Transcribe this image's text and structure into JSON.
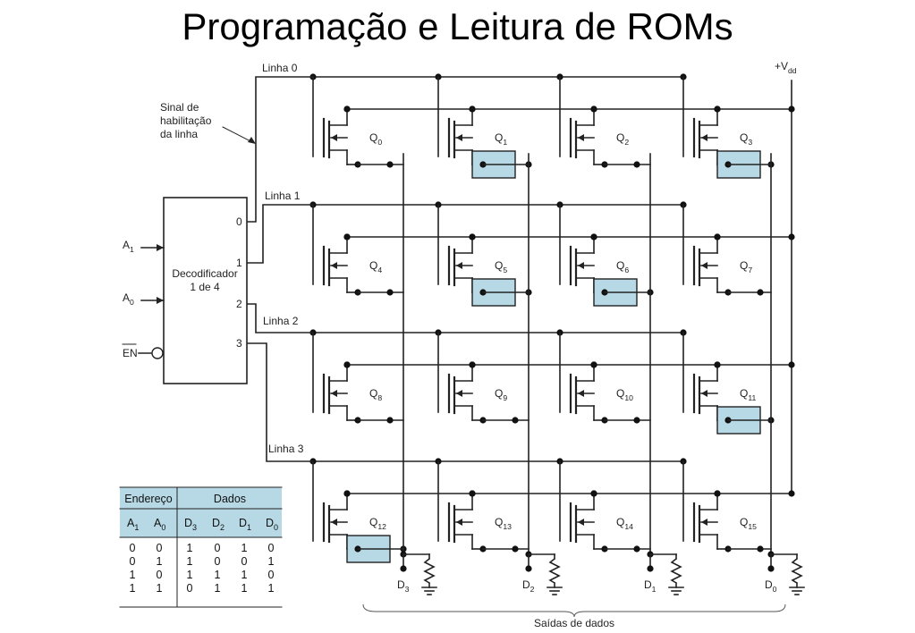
{
  "title": "Programação e Leitura de ROMs",
  "vdd": {
    "main": "+V",
    "sub": "dd"
  },
  "enable_note": [
    "Sinal de",
    "habilitação",
    "da linha"
  ],
  "decoder": {
    "lines": [
      "Decodificador",
      "1 de 4"
    ],
    "inputs": [
      {
        "main": "A",
        "sub": "1"
      },
      {
        "main": "A",
        "sub": "0"
      }
    ],
    "enable": "EN",
    "outputs": [
      "0",
      "1",
      "2",
      "3"
    ]
  },
  "rows": [
    "Linha 0",
    "Linha 1",
    "Linha 2",
    "Linha 3"
  ],
  "transistors": [
    {
      "main": "Q",
      "sub": "0"
    },
    {
      "main": "Q",
      "sub": "1"
    },
    {
      "main": "Q",
      "sub": "2"
    },
    {
      "main": "Q",
      "sub": "3"
    },
    {
      "main": "Q",
      "sub": "4"
    },
    {
      "main": "Q",
      "sub": "5"
    },
    {
      "main": "Q",
      "sub": "6"
    },
    {
      "main": "Q",
      "sub": "7"
    },
    {
      "main": "Q",
      "sub": "8"
    },
    {
      "main": "Q",
      "sub": "9"
    },
    {
      "main": "Q",
      "sub": "10"
    },
    {
      "main": "Q",
      "sub": "11"
    },
    {
      "main": "Q",
      "sub": "12"
    },
    {
      "main": "Q",
      "sub": "13"
    },
    {
      "main": "Q",
      "sub": "14"
    },
    {
      "main": "Q",
      "sub": "15"
    }
  ],
  "programmed_links": [
    [
      false,
      true,
      false,
      true
    ],
    [
      false,
      true,
      true,
      false
    ],
    [
      false,
      false,
      false,
      true
    ],
    [
      true,
      false,
      false,
      false
    ]
  ],
  "outputs": [
    {
      "main": "D",
      "sub": "3"
    },
    {
      "main": "D",
      "sub": "2"
    },
    {
      "main": "D",
      "sub": "1"
    },
    {
      "main": "D",
      "sub": "0"
    }
  ],
  "outputs_label": "Saídas de dados",
  "truth_table": {
    "group_headers": [
      "Endereço",
      "Dados"
    ],
    "columns": [
      {
        "main": "A",
        "sub": "1"
      },
      {
        "main": "A",
        "sub": "0"
      },
      {
        "main": "D",
        "sub": "3"
      },
      {
        "main": "D",
        "sub": "2"
      },
      {
        "main": "D",
        "sub": "1"
      },
      {
        "main": "D",
        "sub": "0"
      }
    ],
    "rows": [
      [
        "0",
        "0",
        "1",
        "0",
        "1",
        "0"
      ],
      [
        "0",
        "1",
        "1",
        "0",
        "0",
        "1"
      ],
      [
        "1",
        "0",
        "1",
        "1",
        "1",
        "0"
      ],
      [
        "1",
        "1",
        "0",
        "1",
        "1",
        "1"
      ]
    ]
  },
  "colors": {
    "wire": "#222222",
    "link_fill": "#b7d9e6",
    "table_header": "#b7d9e6"
  }
}
